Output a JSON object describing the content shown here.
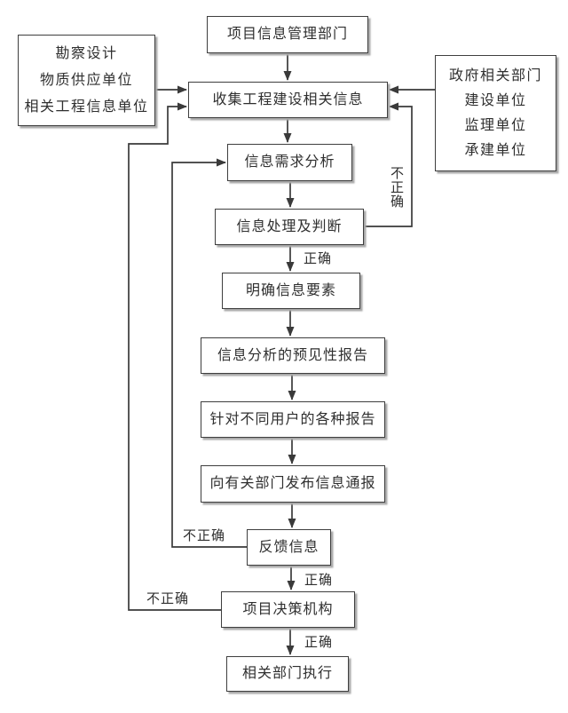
{
  "diagram": {
    "nodes": {
      "top": {
        "label": "项目信息管理部门"
      },
      "left_sources": {
        "lines": [
          "勘察设计",
          "物质供应单位",
          "相关工程信息单位"
        ]
      },
      "right_sources": {
        "lines": [
          "政府相关部门",
          "建设单位",
          "监理单位",
          "承建单位"
        ]
      },
      "collect": {
        "label": "收集工程建设相关信息"
      },
      "demand": {
        "label": "信息需求分析"
      },
      "process": {
        "label": "信息处理及判断"
      },
      "elements": {
        "label": "明确信息要素"
      },
      "forecast": {
        "label": "信息分析的预见性报告"
      },
      "reports": {
        "label": "针对不同用户的各种报告"
      },
      "notify": {
        "label": "向有关部门发布信息通报"
      },
      "feedback": {
        "label": "反馈信息"
      },
      "decision": {
        "label": "项目决策机构"
      },
      "execute": {
        "label": "相关部门执行"
      }
    },
    "edge_labels": {
      "correct_process": "正确",
      "correct_feedback": "正确",
      "correct_decision": "正确",
      "incorrect_process": "不正确",
      "incorrect_feedback": "不正确",
      "incorrect_decision": "不正确"
    },
    "colors": {
      "line": "#3a3a3a",
      "box_border": "#3e3e3e",
      "box_shadow": "#a8a8a8",
      "text": "#2f2f2f",
      "background": "#ffffff"
    }
  }
}
